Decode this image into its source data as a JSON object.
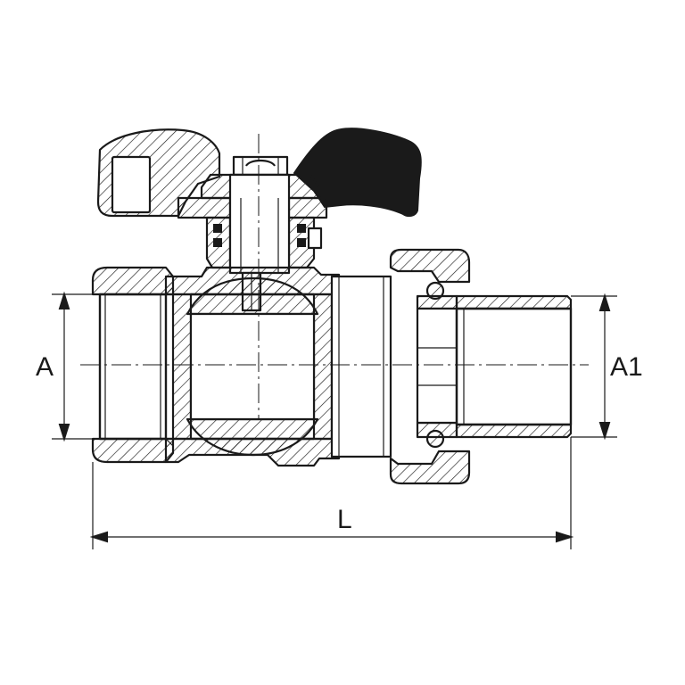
{
  "diagram": {
    "dimension_labels": {
      "left_port": "A",
      "right_port": "A1",
      "overall_length": "L"
    }
  }
}
